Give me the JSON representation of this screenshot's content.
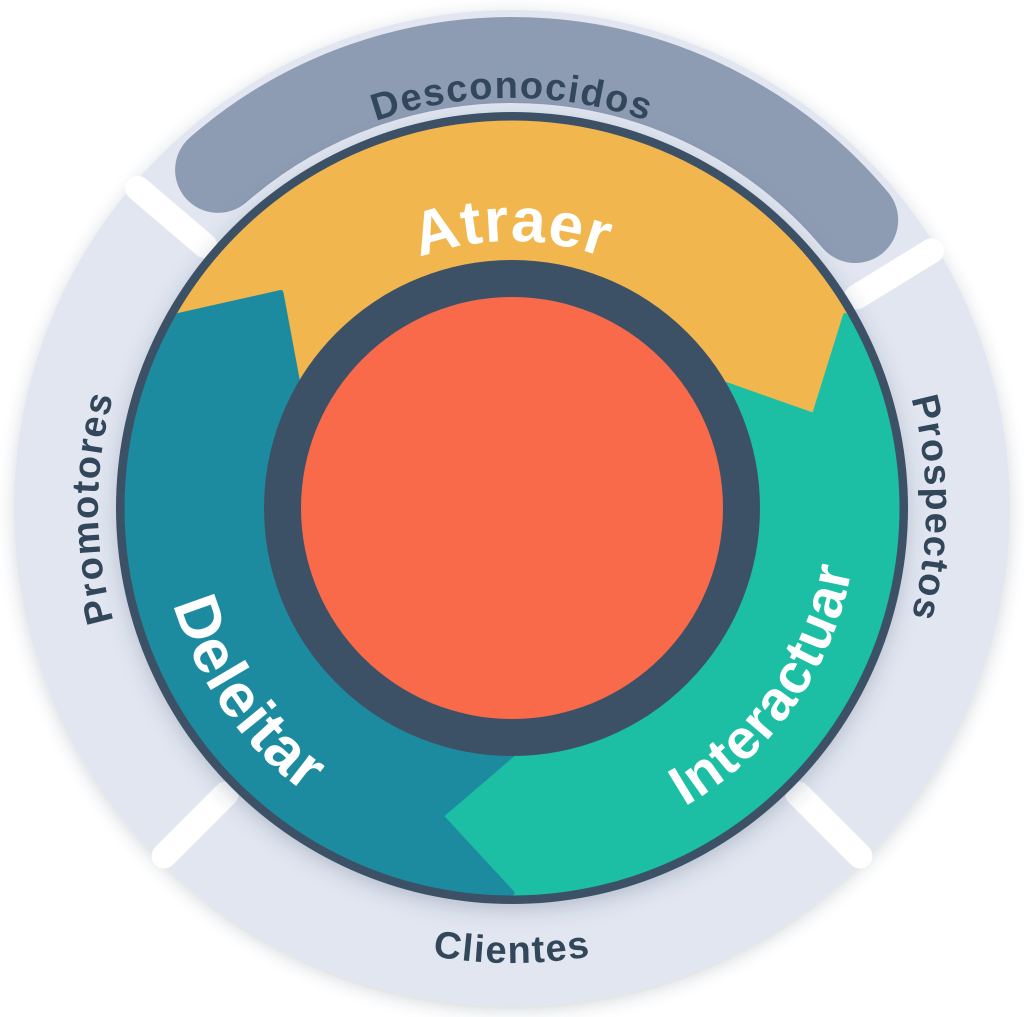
{
  "outer_ring": {
    "top_label": "Desconocidos",
    "right_label": "Prospectos",
    "bottom_label": "Clientes",
    "left_label": "Promotores"
  },
  "wheel": {
    "segments": [
      {
        "id": "atraer",
        "label": "Atraer",
        "color": "#F2B64F"
      },
      {
        "id": "interactuar",
        "label": "Interactuar",
        "color": "#1CBFA4"
      },
      {
        "id": "deleitar",
        "label": "Deleitar",
        "color": "#1B8BA0"
      }
    ],
    "text_color": "#FFFFFF"
  },
  "colors": {
    "outer_ring_light": "#E2E6F1",
    "outer_ring_dark": "#8D9BB3",
    "ring_gap": "#FFFFFF",
    "wheel_border": "#3E5166",
    "center_ring": "#3E5166",
    "center_fill": "#F96A4C",
    "outer_label_text": "#33475B"
  }
}
